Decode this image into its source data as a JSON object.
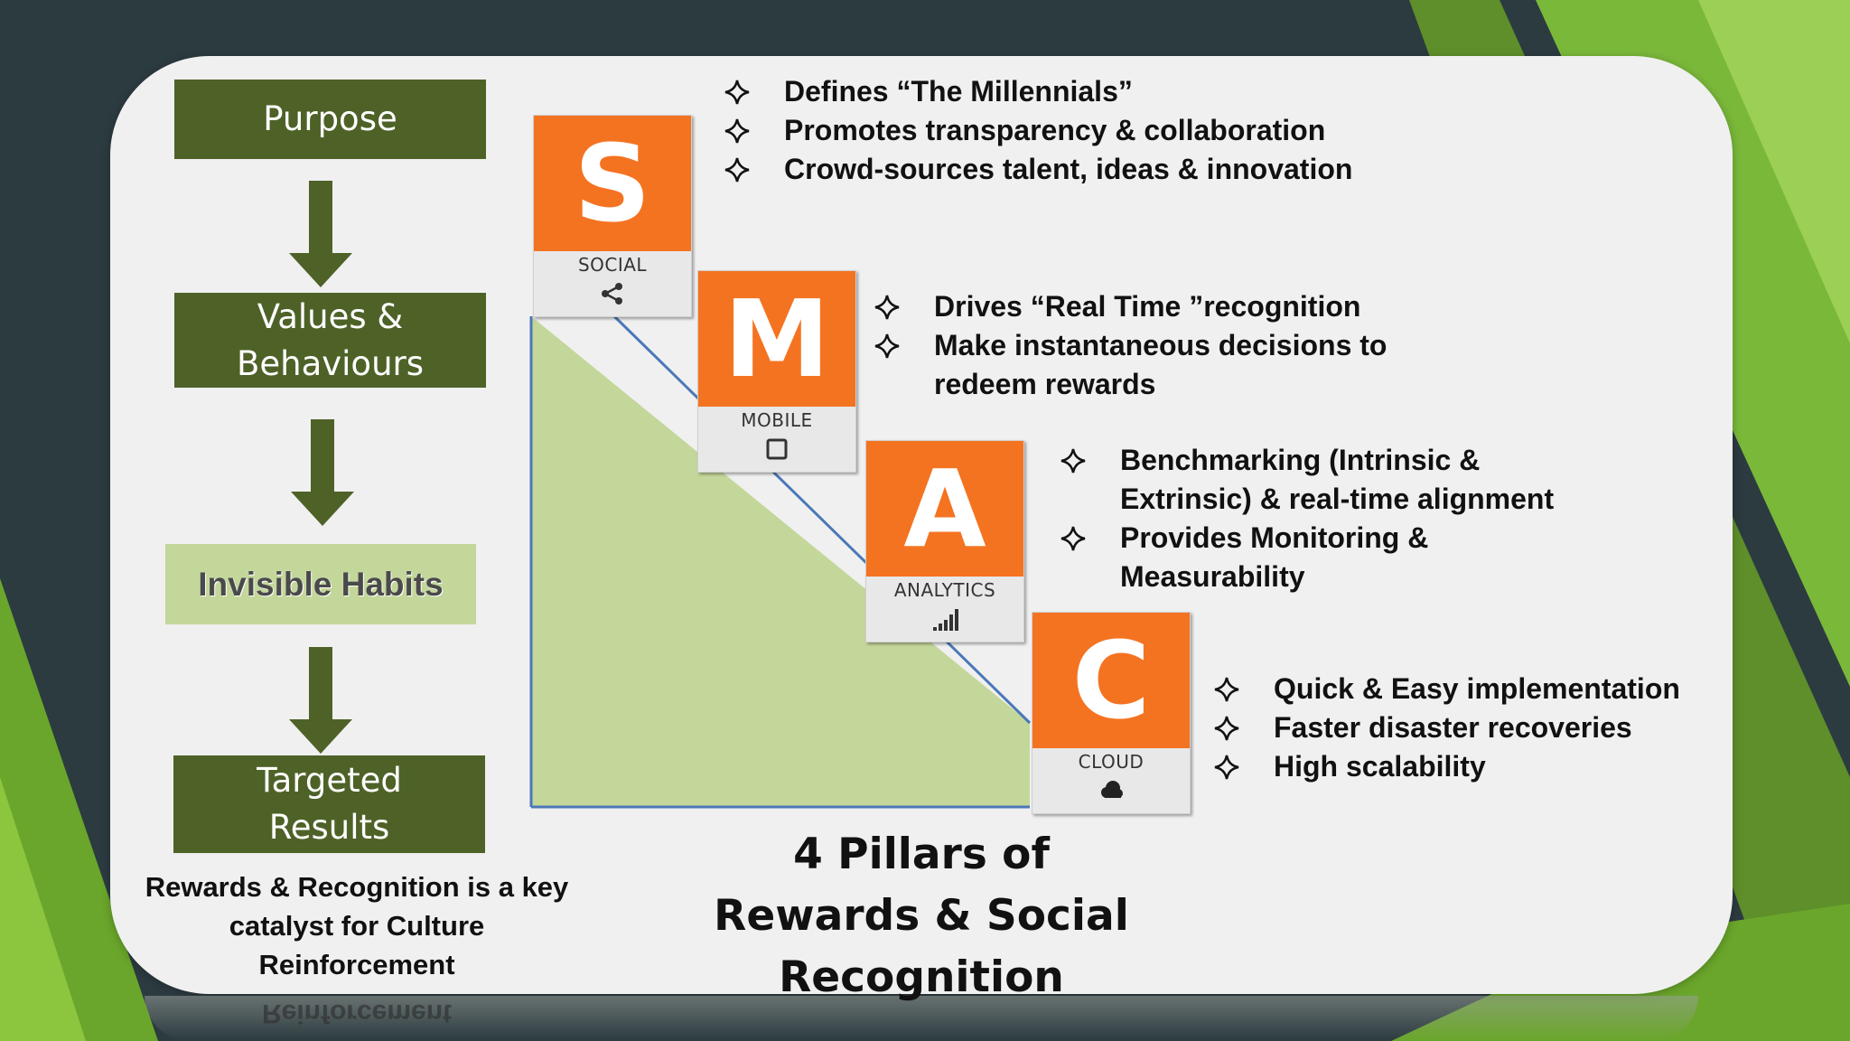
{
  "flow": {
    "purpose": "Purpose",
    "values_line1": "Values &",
    "values_line2": "Behaviours",
    "habits": "Invisible Habits",
    "results_line1": "Targeted",
    "results_line2": "Results"
  },
  "catalyst": {
    "line1": "Rewards & Recognition is a key",
    "line2": "catalyst for Culture",
    "line3": "Reinforcement"
  },
  "pillars": [
    {
      "letter": "S",
      "label": "SOCIAL",
      "icon": "share-icon",
      "bullets": [
        "Defines “The Millennials”",
        "Promotes transparency & collaboration",
        "Crowd-sources talent, ideas & innovation"
      ]
    },
    {
      "letter": "M",
      "label": "MOBILE",
      "icon": "mobile-icon",
      "bullets": [
        "Drives “Real Time ”recognition",
        "Make instantaneous decisions to",
        "redeem rewards"
      ]
    },
    {
      "letter": "A",
      "label": "ANALYTICS",
      "icon": "signal-bars-icon",
      "bullets": [
        "Benchmarking (Intrinsic &",
        "Extrinsic) & real-time alignment",
        "Provides Monitoring &",
        "Measurability"
      ]
    },
    {
      "letter": "C",
      "label": "CLOUD",
      "icon": "cloud-icon",
      "bullets": [
        "Quick & Easy implementation",
        "Faster disaster recoveries",
        "High scalability"
      ]
    }
  ],
  "title": {
    "line1": "4 Pillars of",
    "line2": "Rewards & Social Recognition"
  },
  "colors": {
    "dark_green": "#4e6228",
    "light_green": "#c4d79b",
    "orange": "#f47321",
    "background_dark": "#2c3b40",
    "accent_green": "#7ab83a"
  }
}
